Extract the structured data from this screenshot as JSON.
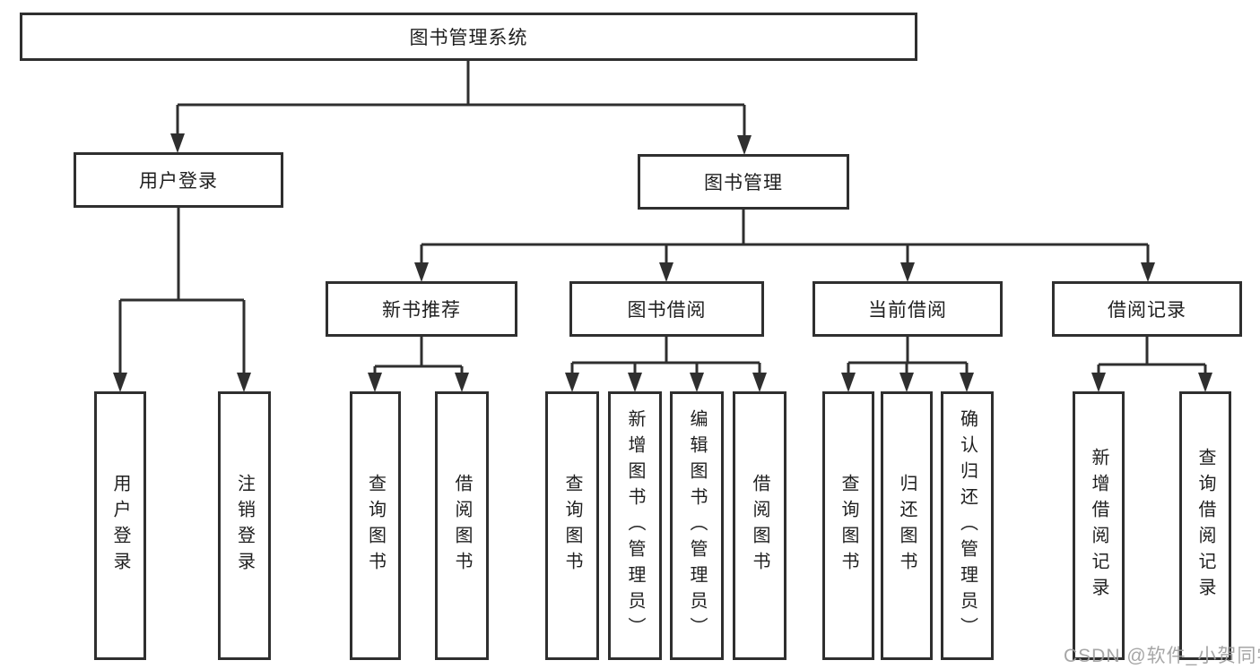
{
  "diagram": {
    "title": "图书管理系统",
    "level1": {
      "user_login": "用户登录",
      "book_mgmt": "图书管理"
    },
    "level2": {
      "new_book": "新书推荐",
      "book_borrow": "图书借阅",
      "current_borrow": "当前借阅",
      "borrow_record": "借阅记录"
    },
    "leaves": {
      "user_login": [
        "用户登录",
        "注销登录"
      ],
      "new_book": [
        "查询图书",
        "借阅图书"
      ],
      "book_borrow": [
        "查询图书",
        "新增图书（管理员）",
        "编辑图书（管理员）",
        "借阅图书"
      ],
      "current_borrow": [
        "查询图书",
        "归还图书",
        "确认归还（管理员）"
      ],
      "borrow_record": [
        "新增借阅记录",
        "查询借阅记录"
      ]
    }
  },
  "watermark": "CSDN @软件_小贺同学",
  "colors": {
    "line": "#2f2f2f",
    "text": "#1f1f1f",
    "background": "#ffffff",
    "watermark": "#9e9e9e"
  }
}
